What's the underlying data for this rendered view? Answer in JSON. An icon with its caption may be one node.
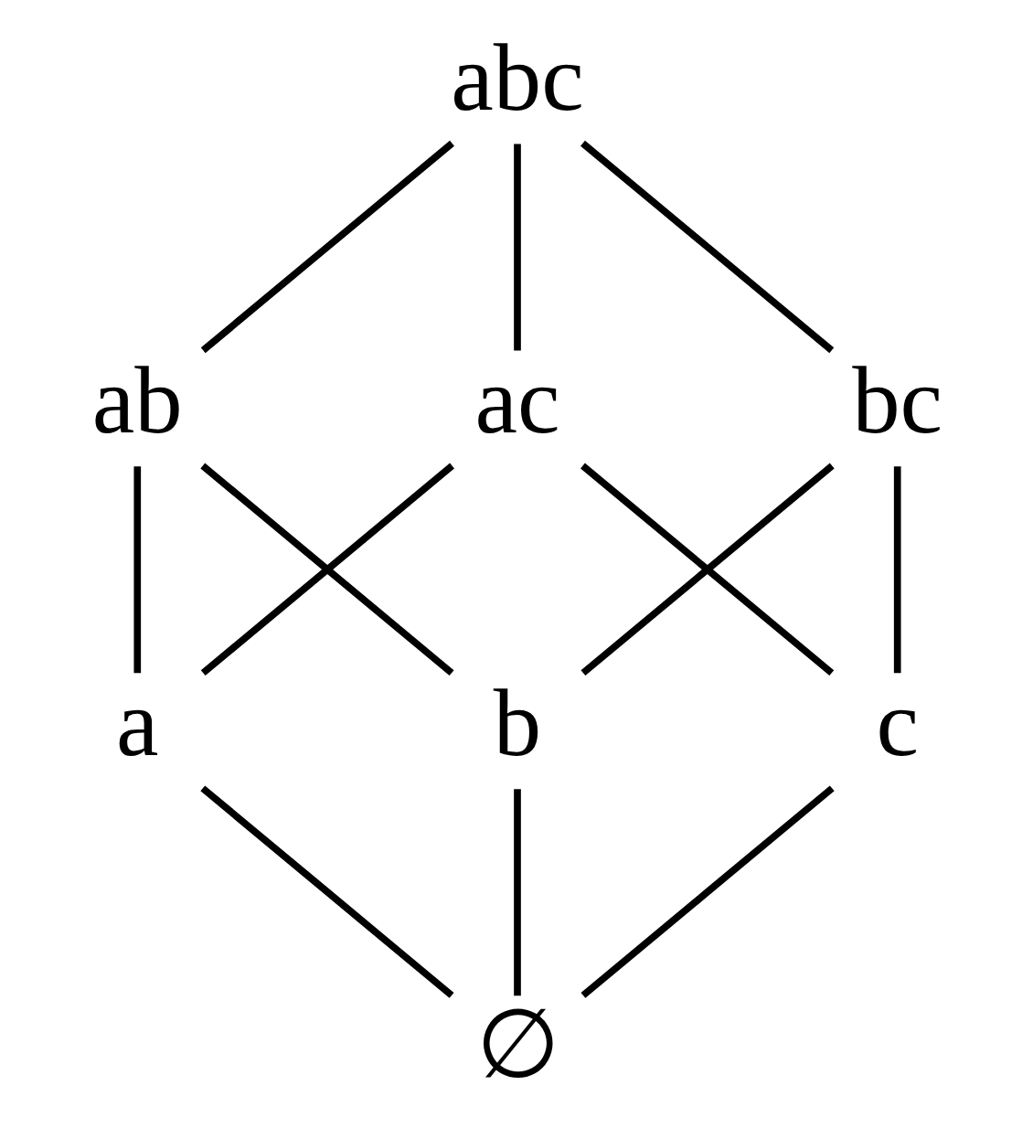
{
  "diagram": {
    "nodes": [
      {
        "text": [
          "abc"
        ]
      },
      {
        "text": [
          "ab"
        ]
      },
      {
        "text": [
          "ac"
        ]
      },
      {
        "text": [
          "bc"
        ]
      },
      {
        "text": [
          "a"
        ]
      },
      {
        "text": [
          "b"
        ]
      },
      {
        "text": [
          "c"
        ]
      },
      {
        "text": [
          "∅"
        ]
      }
    ],
    "edges": [
      {
        "from": 0,
        "to": 1,
        "arrow": "none"
      },
      {
        "from": 0,
        "to": 2,
        "arrow": "none"
      },
      {
        "from": 0,
        "to": 3,
        "arrow": "none"
      },
      {
        "from": 1,
        "to": 4,
        "arrow": "none"
      },
      {
        "from": 1,
        "to": 5,
        "arrow": "none"
      },
      {
        "from": 2,
        "to": 4,
        "arrow": "none"
      },
      {
        "from": 2,
        "to": 6,
        "arrow": "none"
      },
      {
        "from": 3,
        "to": 5,
        "arrow": "none"
      },
      {
        "from": 3,
        "to": 6,
        "arrow": "none"
      },
      {
        "from": 4,
        "to": 7,
        "arrow": "none"
      },
      {
        "from": 5,
        "to": 7,
        "arrow": "none"
      },
      {
        "from": 6,
        "to": 7,
        "arrow": "none"
      }
    ]
  }
}
